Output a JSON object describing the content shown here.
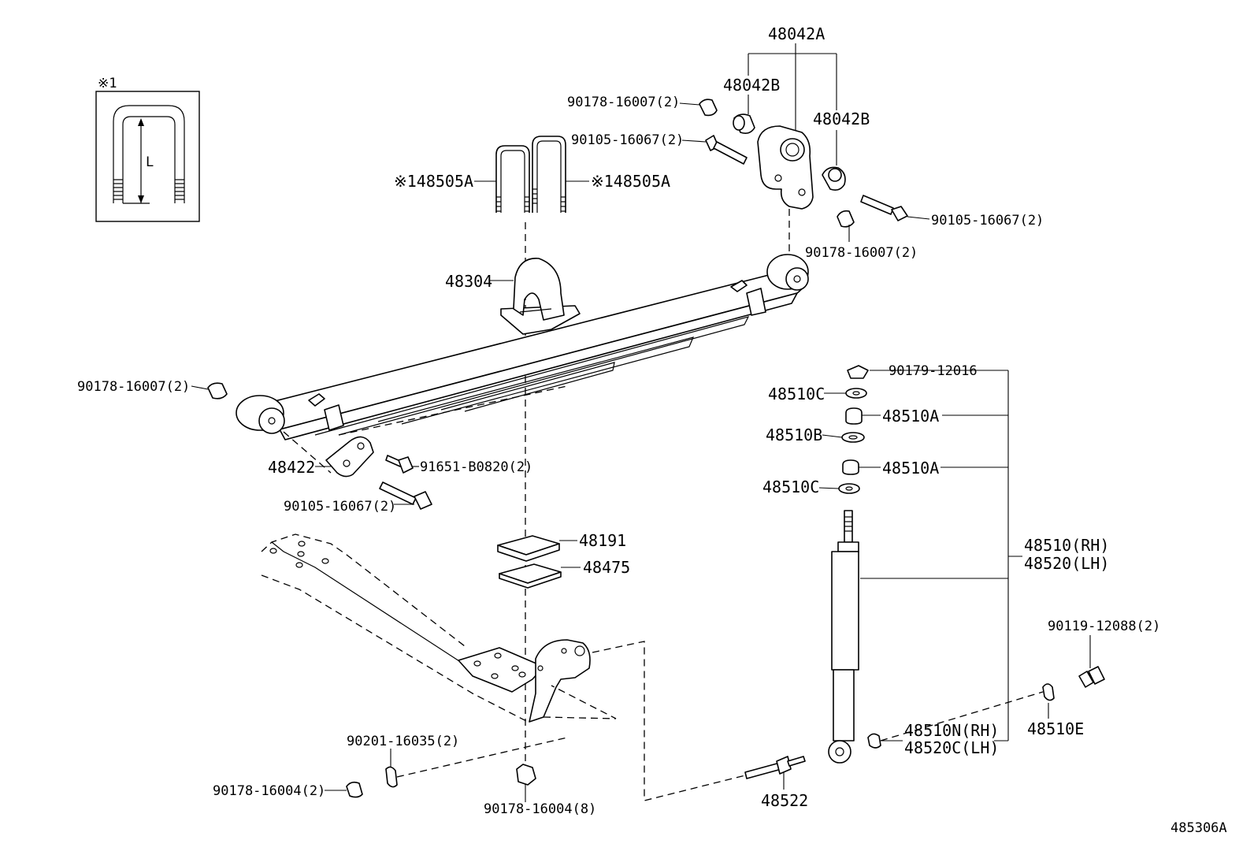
{
  "inset": {
    "marker": "※1",
    "dimension_label": "L"
  },
  "labels": {
    "p48042A": "48042A",
    "p48042B_left": "48042B",
    "p48042B_right": "48042B",
    "p90178_16007_top": "90178-16007(2)",
    "p90105_16067_top": "90105-16067(2)",
    "p90105_16067_right": "90105-16067(2)",
    "p90178_16007_right": "90178-16007(2)",
    "p48505A_left": "※148505A",
    "p48505A_right": "※148505A",
    "p48304": "48304",
    "p90178_16007_left": "90178-16007(2)",
    "p48422": "48422",
    "p91651_B0820": "91651-B0820(2)",
    "p90105_16067_bottom": "90105-16067(2)",
    "p48191": "48191",
    "p48475": "48475",
    "p90179_12016": "90179-12016",
    "p48510C_top": "48510C",
    "p48510A_top": "48510A",
    "p48510B": "48510B",
    "p48510A_bottom": "48510A",
    "p48510C_bottom": "48510C",
    "p48510_RH": "48510(RH)",
    "p48520_LH": "48520(LH)",
    "p90119_12088": "90119-12088(2)",
    "p48510E": "48510E",
    "p48510N_RH": "48510N(RH)",
    "p48520C_LH": "48520C(LH)",
    "p90201_16035": "90201-16035(2)",
    "p90178_16004_left": "90178-16004(2)",
    "p90178_16004_bottom": "90178-16004(8)",
    "p48522": "48522"
  },
  "figure_code": "485306A"
}
